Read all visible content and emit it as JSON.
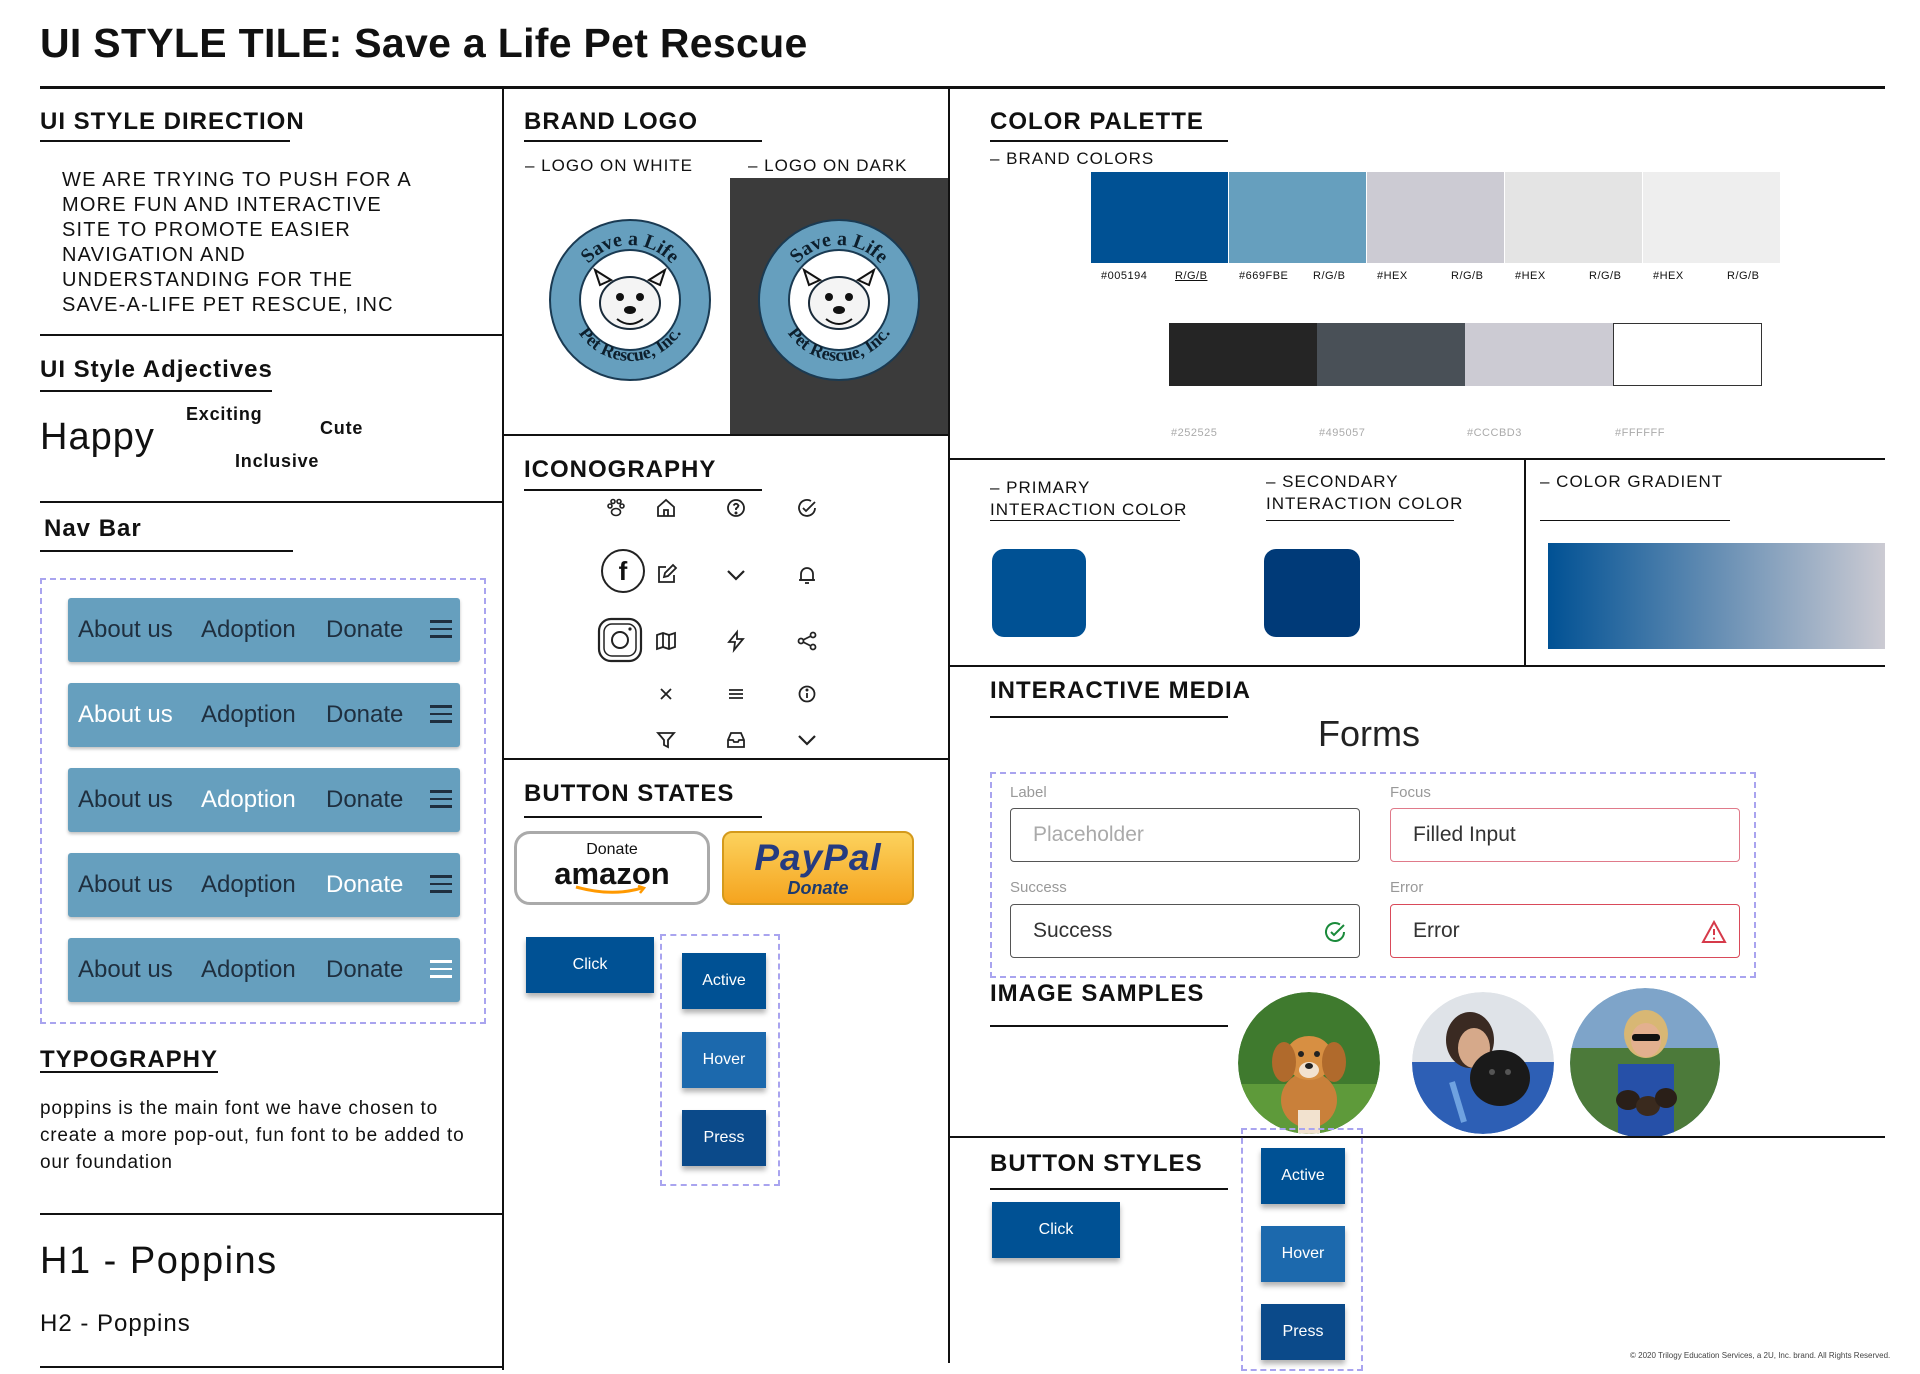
{
  "page_title": "UI STYLE TILE: Save a Life Pet Rescue",
  "style_direction": {
    "heading": "UI STYLE DIRECTION",
    "text": "WE ARE TRYING TO PUSH FOR A MORE FUN AND INTERACTIVE SITE TO PROMOTE EASIER NAVIGATION AND UNDERSTANDING FOR THE SAVE-A-LIFE PET RESCUE, INC"
  },
  "adjectives": {
    "heading": "UI Style Adjectives",
    "items": [
      "Happy",
      "Exciting",
      "Cute",
      "Inclusive"
    ]
  },
  "navbar": {
    "heading": "Nav Bar",
    "items": [
      "About us",
      "Adoption",
      "Donate"
    ],
    "menu_icon": "hamburger-icon"
  },
  "typography": {
    "heading": "TYPOGRAPHY",
    "text": "poppins is the main font we have chosen to create a more pop-out, fun font to be added to our foundation",
    "h1": "H1 - Poppins",
    "h2": "H2 - Poppins"
  },
  "brand_logo": {
    "heading": "BRAND LOGO",
    "on_white": "– LOGO ON WHITE",
    "on_dark": "– LOGO ON DARK",
    "logo_text_top": "Save a Life",
    "logo_text_bottom": "Pet Rescue, Inc.",
    "colors": {
      "ring": "#669fbe",
      "dark_bg": "#3b3b3b"
    }
  },
  "iconography": {
    "heading": "ICONOGRAPHY",
    "icons": [
      "paw-icon",
      "home-icon",
      "help-icon",
      "check-circle-icon",
      "facebook-icon",
      "edit-icon",
      "chevron-down-icon",
      "bell-icon",
      "instagram-icon",
      "map-icon",
      "lightning-icon",
      "share-icon",
      "close-icon",
      "menu-icon",
      "info-icon",
      "filter-icon",
      "inbox-icon",
      "chevron-down-icon"
    ]
  },
  "button_states": {
    "heading": "BUTTON STATES",
    "amazon_top": "Donate",
    "amazon_brand": "amazon",
    "paypal_brand": "PayPal",
    "paypal_sub": "Donate",
    "click": "Click",
    "active": "Active",
    "hover": "Hover",
    "press": "Press"
  },
  "color_palette": {
    "heading": "COLOR PALETTE",
    "brand_label": "– BRAND COLORS",
    "brand_swatches": [
      {
        "color": "#005194",
        "hex": "#005194",
        "rgb": "R/G/B"
      },
      {
        "color": "#669FBE",
        "hex": "#669FBE",
        "rgb": "R/G/B"
      },
      {
        "color": "#CCCBD3",
        "hex": "#HEX",
        "rgb": "R/G/B"
      },
      {
        "color": "#E4E4E4",
        "hex": "#HEX",
        "rgb": "R/G/B"
      },
      {
        "color": "#EEEEEE",
        "hex": "#HEX",
        "rgb": "R/G/B"
      }
    ],
    "neutral_swatches": [
      {
        "color": "#252525",
        "hex": "#252525"
      },
      {
        "color": "#495057",
        "hex": "#495057"
      },
      {
        "color": "#CCCBD3",
        "hex": "#CCCBD3"
      },
      {
        "color": "#FFFFFF",
        "hex": "#FFFFFF"
      }
    ]
  },
  "interaction": {
    "primary_label_1": "– PRIMARY",
    "primary_label_2": "INTERACTION COLOR",
    "secondary_label_1": "– SECONDARY",
    "secondary_label_2": "INTERACTION COLOR",
    "gradient_label": "– COLOR GRADIENT",
    "primary_color": "#005194",
    "secondary_color": "#003a78"
  },
  "interactive_media": {
    "heading": "INTERACTIVE MEDIA",
    "forms_title": "Forms",
    "fields": [
      {
        "label": "Label",
        "value": "Placeholder",
        "state": "placeholder"
      },
      {
        "label": "Focus",
        "value": "Filled Input",
        "state": "focus"
      },
      {
        "label": "Success",
        "value": "Success",
        "state": "success"
      },
      {
        "label": "Error",
        "value": "Error",
        "state": "error"
      }
    ]
  },
  "image_samples": {
    "heading": "IMAGE SAMPLES"
  },
  "button_styles": {
    "heading": "BUTTON STYLES",
    "click": "Click",
    "active": "Active",
    "hover": "Hover",
    "press": "Press"
  },
  "copyright": "© 2020 Trilogy Education Services, a 2U, Inc. brand. All Rights Reserved."
}
